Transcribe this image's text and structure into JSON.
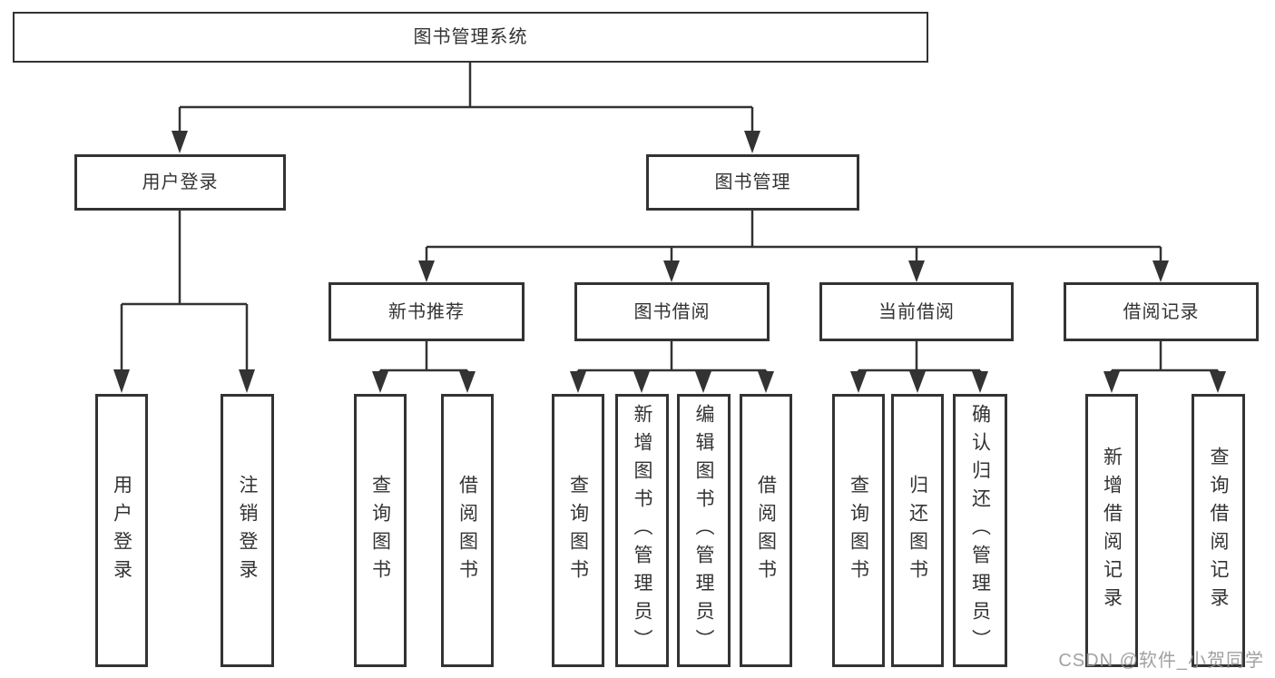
{
  "diagram": {
    "type": "tree",
    "title": "图书管理系统",
    "colors": {
      "background": "#ffffff",
      "box_border": "#333333",
      "box_fill": "#ffffff",
      "line": "#333333",
      "text": "#333333",
      "watermark": "#949494"
    },
    "nodes": {
      "root": {
        "label": "图书管理系统",
        "level": 1
      },
      "user_login": {
        "label": "用户登录",
        "level": 2
      },
      "book_mgmt": {
        "label": "图书管理",
        "level": 2
      },
      "login_leaf": {
        "label": "用户登录",
        "level": 4
      },
      "logout_leaf": {
        "label": "注销登录",
        "level": 4
      },
      "new_book_rec": {
        "label": "新书推荐",
        "level": 3
      },
      "book_borrow": {
        "label": "图书借阅",
        "level": 3
      },
      "current_borrow": {
        "label": "当前借阅",
        "level": 3
      },
      "borrow_record": {
        "label": "借阅记录",
        "level": 3
      },
      "nbr_query": {
        "label": "查询图书",
        "level": 4
      },
      "nbr_borrow": {
        "label": "借阅图书",
        "level": 4
      },
      "bb_query": {
        "label": "查询图书",
        "level": 4
      },
      "bb_add": {
        "label": "新增图书（管理员）",
        "level": 4
      },
      "bb_edit": {
        "label": "编辑图书（管理员）",
        "level": 4
      },
      "bb_borrow": {
        "label": "借阅图书",
        "level": 4
      },
      "cb_query": {
        "label": "查询图书",
        "level": 4
      },
      "cb_return": {
        "label": "归还图书",
        "level": 4
      },
      "cb_confirm": {
        "label": "确认归还（管理员）",
        "level": 4
      },
      "br_add": {
        "label": "新增借阅记录",
        "level": 4
      },
      "br_query": {
        "label": "查询借阅记录",
        "level": 4
      }
    },
    "edges": [
      [
        "root",
        "user_login"
      ],
      [
        "root",
        "book_mgmt"
      ],
      [
        "user_login",
        "login_leaf"
      ],
      [
        "user_login",
        "logout_leaf"
      ],
      [
        "book_mgmt",
        "new_book_rec"
      ],
      [
        "book_mgmt",
        "book_borrow"
      ],
      [
        "book_mgmt",
        "current_borrow"
      ],
      [
        "book_mgmt",
        "borrow_record"
      ],
      [
        "new_book_rec",
        "nbr_query"
      ],
      [
        "new_book_rec",
        "nbr_borrow"
      ],
      [
        "book_borrow",
        "bb_query"
      ],
      [
        "book_borrow",
        "bb_add"
      ],
      [
        "book_borrow",
        "bb_edit"
      ],
      [
        "book_borrow",
        "bb_borrow"
      ],
      [
        "current_borrow",
        "cb_query"
      ],
      [
        "current_borrow",
        "cb_return"
      ],
      [
        "current_borrow",
        "cb_confirm"
      ],
      [
        "borrow_record",
        "br_add"
      ],
      [
        "borrow_record",
        "br_query"
      ]
    ],
    "watermark": "CSDN @软件_小贺同学"
  }
}
